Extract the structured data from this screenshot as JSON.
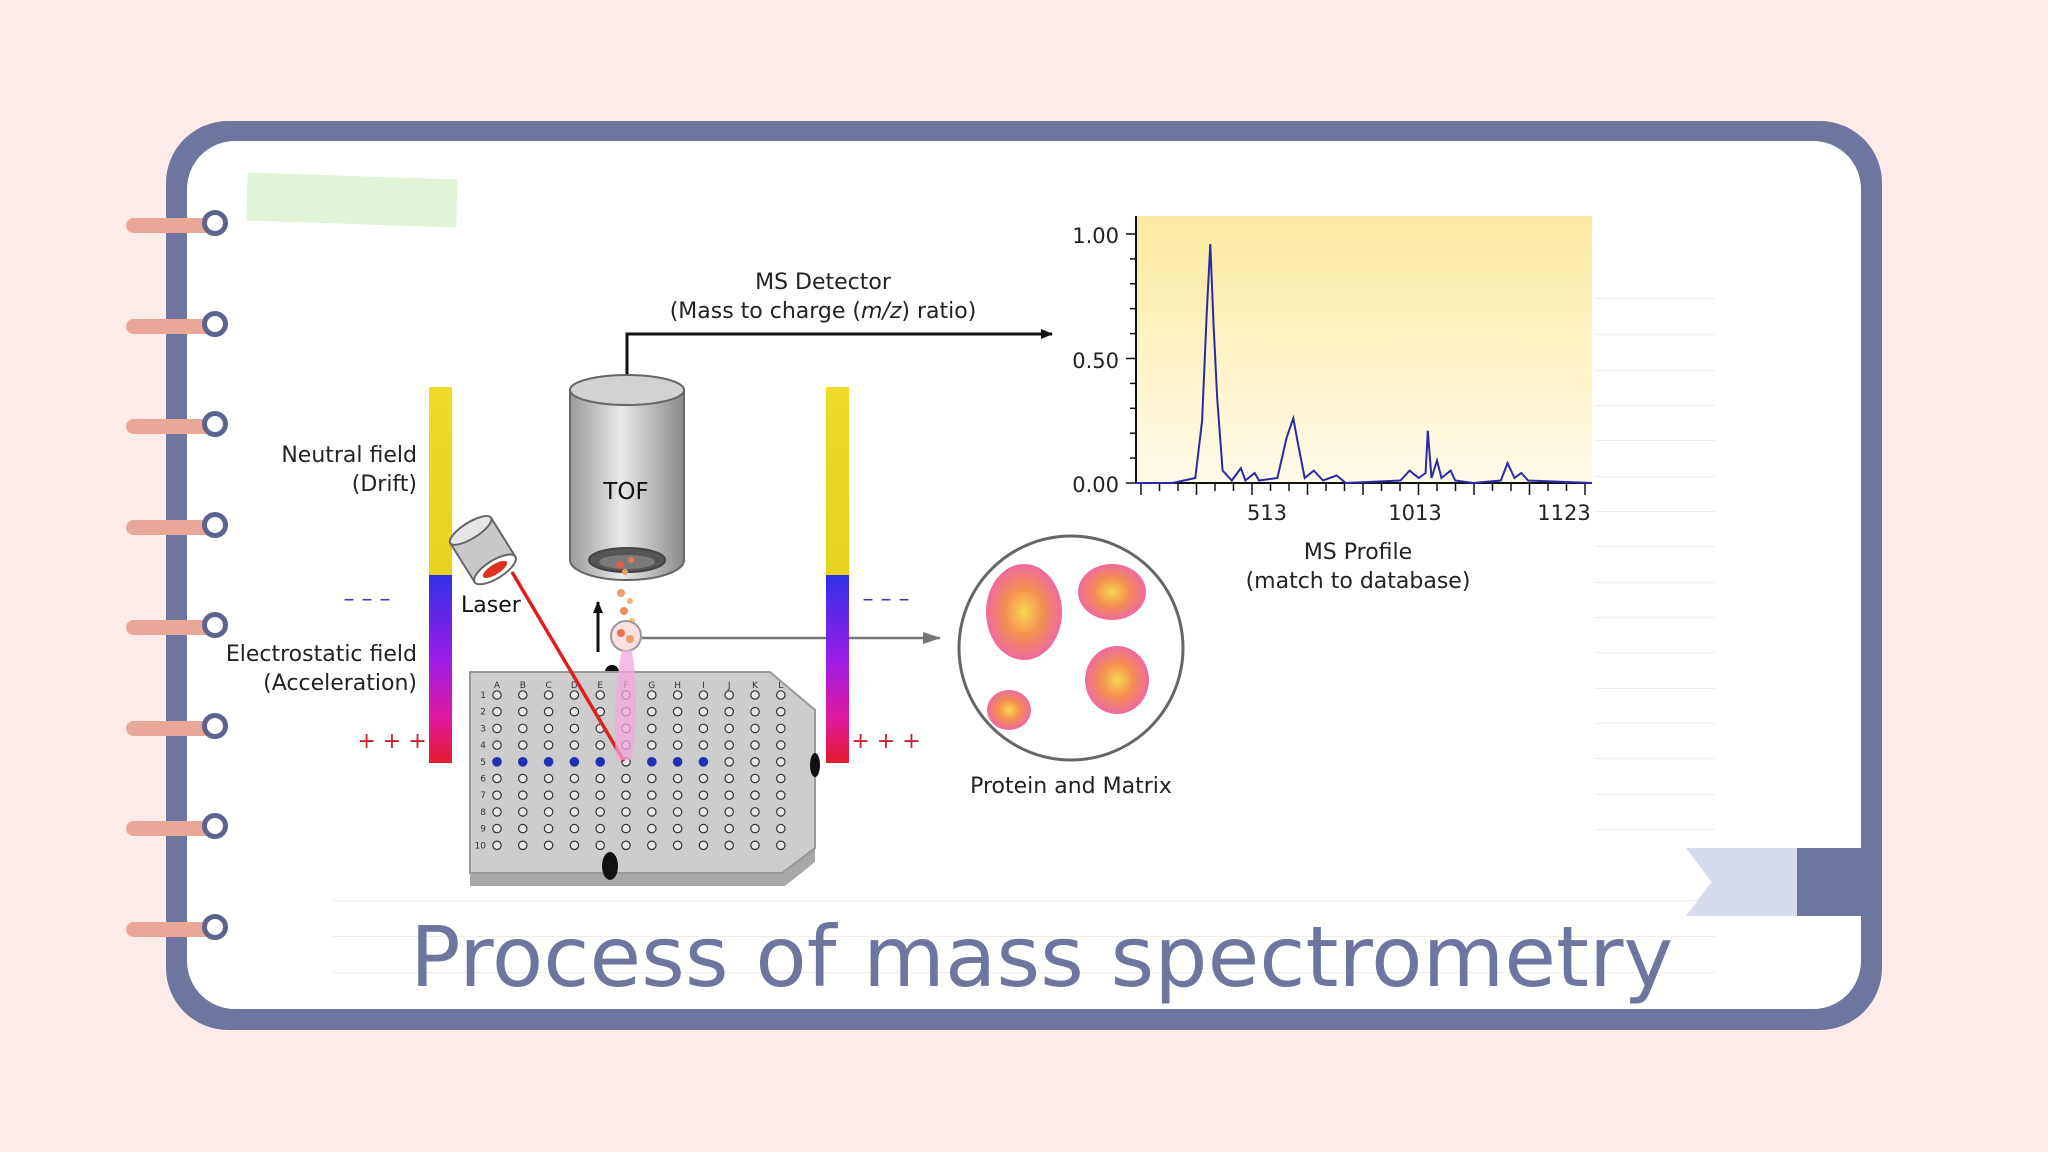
{
  "slide": {
    "title": "Process of mass spectrometry"
  },
  "diagram": {
    "detector_label": "MS Detector",
    "detector_sub_prefix": "(Mass to charge (",
    "detector_sub_italic": "m/z",
    "detector_sub_suffix": ") ratio)",
    "tof_label": "TOF",
    "neutral_field": "Neutral field",
    "neutral_field_sub": "(Drift)",
    "electrostatic_field": "Electrostatic field",
    "electrostatic_field_sub": "(Acceleration)",
    "laser_label": "Laser",
    "minus_signs": "– – –",
    "plus_signs": "+ + +",
    "protein_label": "Protein and Matrix",
    "plate_columns": [
      "A",
      "B",
      "C",
      "D",
      "E",
      "F",
      "G",
      "H",
      "I",
      "J",
      "K",
      "L"
    ],
    "plate_rows": [
      "1",
      "2",
      "3",
      "4",
      "5",
      "6",
      "7",
      "8",
      "9",
      "10"
    ]
  },
  "chart_data": {
    "type": "line",
    "yticks": [
      "1.00",
      "0.50",
      "0.00"
    ],
    "xticks": [
      "513",
      "1013",
      "1123"
    ],
    "caption_line1": "MS Profile",
    "caption_line2": "(match to database)",
    "ylim": [
      0,
      1
    ],
    "series": [
      {
        "points": [
          [
            0,
            0
          ],
          [
            0.08,
            0
          ],
          [
            0.13,
            0.02
          ],
          [
            0.145,
            0.25
          ],
          [
            0.155,
            0.68
          ],
          [
            0.163,
            0.96
          ],
          [
            0.17,
            0.64
          ],
          [
            0.178,
            0.34
          ],
          [
            0.19,
            0.05
          ],
          [
            0.21,
            0.01
          ],
          [
            0.23,
            0.06
          ],
          [
            0.24,
            0.01
          ],
          [
            0.26,
            0.04
          ],
          [
            0.27,
            0.01
          ],
          [
            0.31,
            0.02
          ],
          [
            0.33,
            0.18
          ],
          [
            0.345,
            0.26
          ],
          [
            0.355,
            0.16
          ],
          [
            0.37,
            0.02
          ],
          [
            0.39,
            0.05
          ],
          [
            0.41,
            0.01
          ],
          [
            0.44,
            0.03
          ],
          [
            0.46,
            0
          ],
          [
            0.58,
            0.01
          ],
          [
            0.6,
            0.05
          ],
          [
            0.62,
            0.02
          ],
          [
            0.635,
            0.04
          ],
          [
            0.64,
            0.21
          ],
          [
            0.648,
            0.02
          ],
          [
            0.66,
            0.09
          ],
          [
            0.67,
            0.02
          ],
          [
            0.69,
            0.05
          ],
          [
            0.7,
            0.01
          ],
          [
            0.74,
            0
          ],
          [
            0.8,
            0.01
          ],
          [
            0.815,
            0.08
          ],
          [
            0.83,
            0.02
          ],
          [
            0.845,
            0.04
          ],
          [
            0.86,
            0.01
          ],
          [
            1,
            0
          ]
        ]
      }
    ]
  }
}
